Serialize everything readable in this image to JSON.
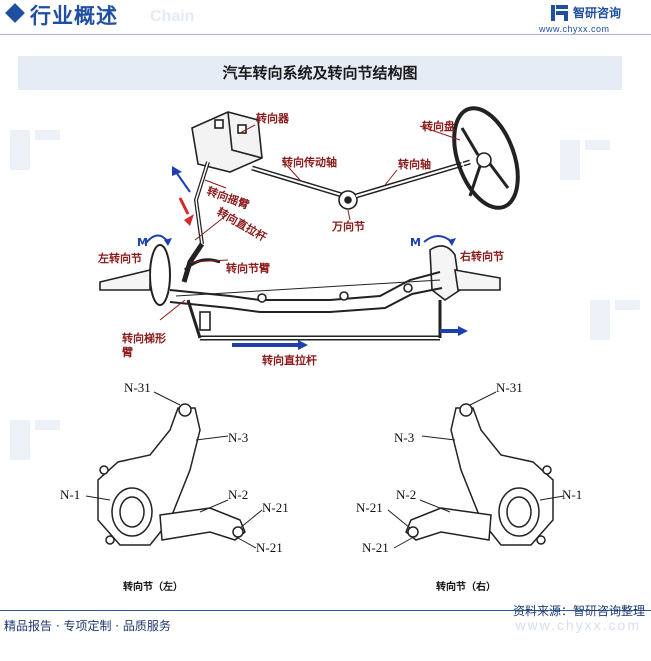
{
  "header": {
    "title": "行业概述",
    "ghost": "Chain"
  },
  "brand": {
    "name": "智研咨询",
    "url": "www.chyxx.com"
  },
  "banner": {
    "title": "汽车转向系统及转向节结构图"
  },
  "labels": {
    "steering_gear": "转向器",
    "drive_shaft": "转向传动轴",
    "steering_wheel": "转向盘",
    "steering_shaft": "转向轴",
    "pitman_arm": "转向摇臂",
    "drag_link": "转向直拉杆",
    "u_joint": "万向节",
    "m_left": "M",
    "m_right": "M",
    "left_knuckle": "左转向节",
    "knuckle_arm": "转向节臂",
    "right_knuckle": "右转向节",
    "trapezoid_arm_line1": "转向梯形",
    "trapezoid_arm_line2": "臂",
    "tie_rod": "转向直拉杆"
  },
  "knuckle_left": {
    "n31": "N-31",
    "n3": "N-3",
    "n1": "N-1",
    "n2": "N-2",
    "n21a": "N-21",
    "n21b": "N-21",
    "caption": "转向节（左）"
  },
  "knuckle_right": {
    "n31": "N-31",
    "n3": "N-3",
    "n21a": "N-21",
    "n2": "N-2",
    "n1": "N-1",
    "n21b": "N-21",
    "caption": "转向节（右）"
  },
  "footer": {
    "left": "精品报告 · 专项定制 · 品质服务",
    "source": "资料来源：智研咨询整理",
    "watermark": "www.chyxx.com"
  },
  "colors": {
    "accent": "#1f4fa0",
    "label_red": "#8b1a1a",
    "arrow_blue": "#1f3fb0",
    "arrow_red": "#d22a2a"
  }
}
